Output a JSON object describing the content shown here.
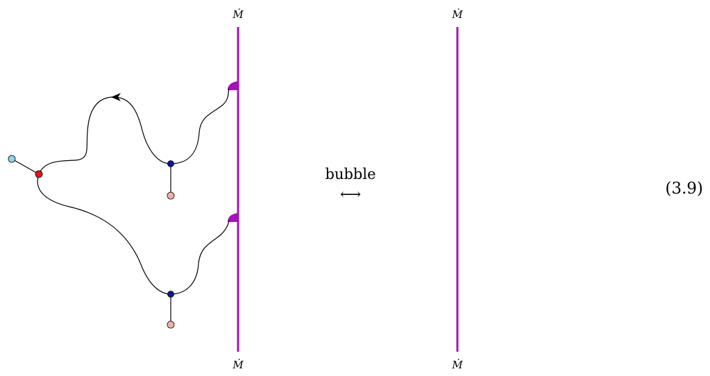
{
  "labels": {
    "left_line_top": "Ṁ",
    "left_line_bottom": "Ṁ",
    "right_line_top": "Ṁ",
    "right_line_bottom": "Ṁ",
    "relation": "bubble",
    "relation_arrow": "⟷",
    "equation_number": "(3.9)"
  },
  "colors": {
    "boundary_line": "#a313b8",
    "curve": "#000000",
    "vertex_red": "#e0151d",
    "vertex_blue": "#0d1a8c",
    "leaf_light_blue": "#8fd2f2",
    "leaf_pink": "#f2b2a7"
  }
}
